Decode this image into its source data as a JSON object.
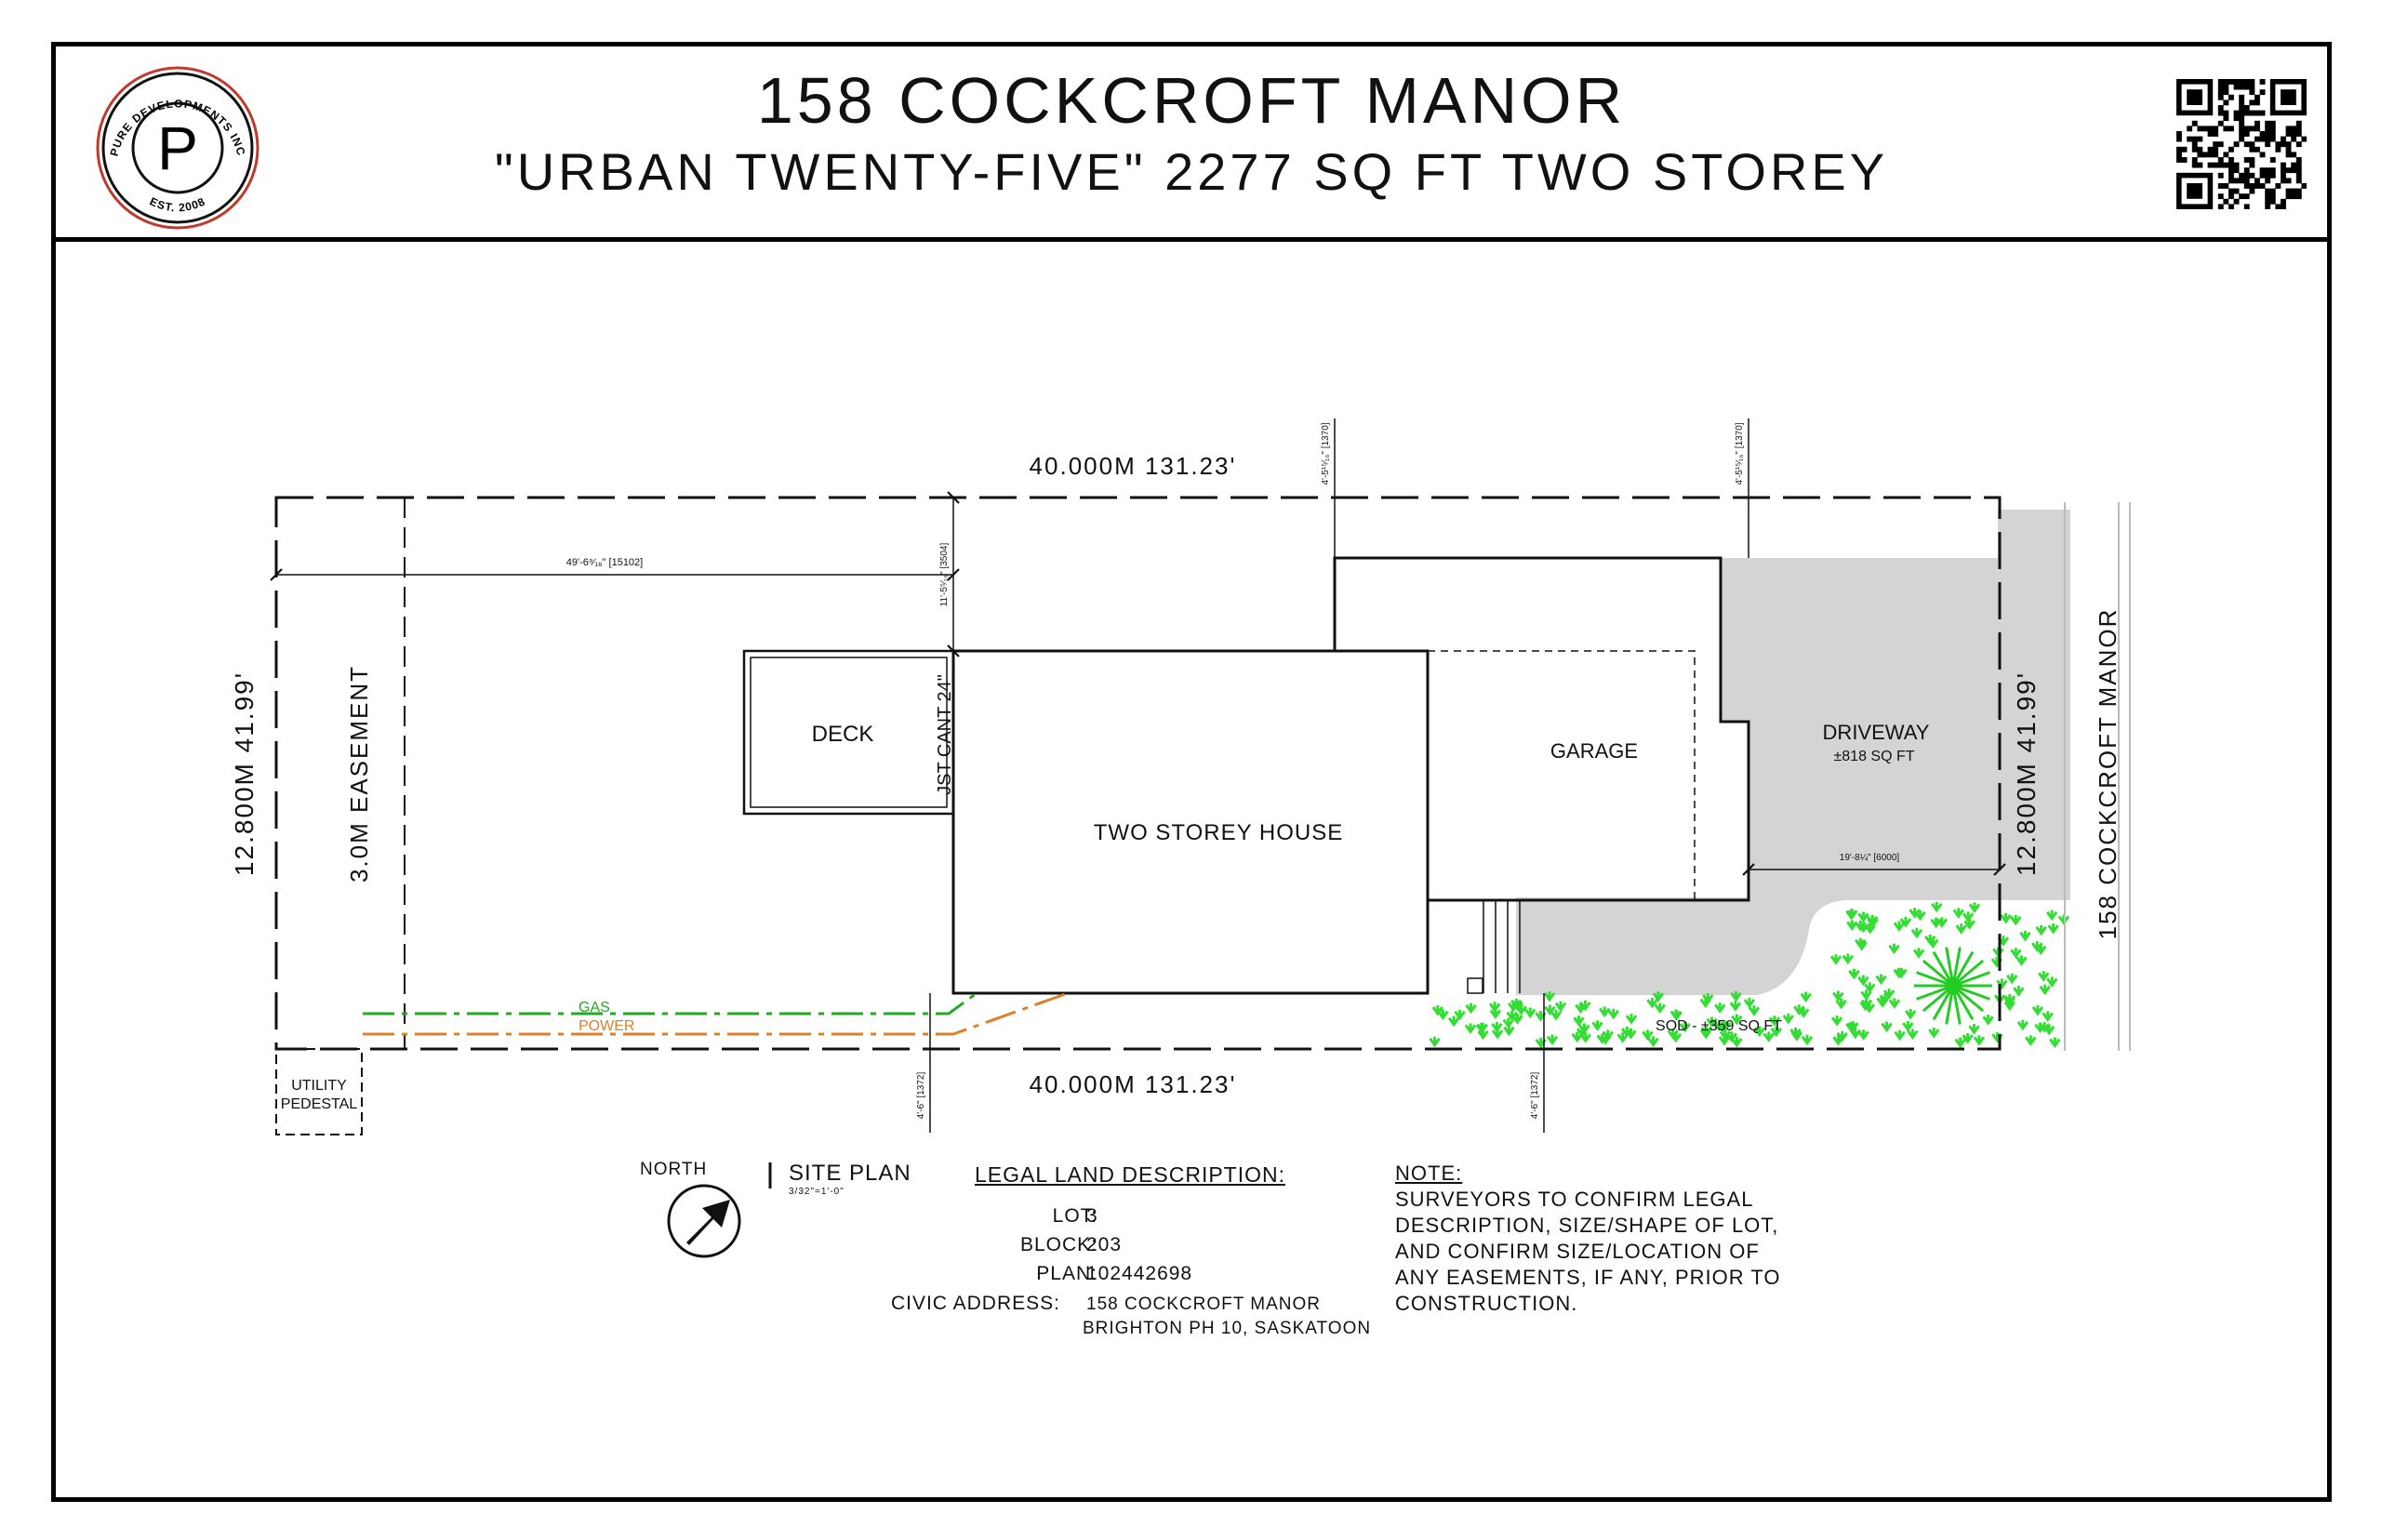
{
  "header": {
    "title": "158 COCKCROFT MANOR",
    "subtitle": "\"URBAN TWENTY-FIVE\"  2277 SQ FT TWO STOREY",
    "logo": {
      "letter": "P",
      "arc_top": "PURE DEVELOPMENTS INC",
      "arc_bottom": "EST. 2008",
      "accent_color": "#c0392b"
    },
    "qr_icon": "qr-code-icon"
  },
  "plan": {
    "top_dim": "40.000M 131.23'",
    "bottom_dim": "40.000M 131.23'",
    "left_dim": "12.800M 41.99'",
    "right_dim": "12.800M 41.99'",
    "easement": "3.0M EASEMENT",
    "street": "158 COCKCROFT MANOR",
    "deck": "DECK",
    "house": "TWO STOREY HOUSE",
    "garage": "GARAGE",
    "driveway": "DRIVEWAY",
    "driveway_area": "±818 SQ FT",
    "sod": "SOD - ±359 SQ FT",
    "jst_cant": "JST CANT 24\"",
    "gas": "GAS",
    "power": "POWER",
    "utility_line1": "UTILITY",
    "utility_line2": "PEDESTAL",
    "dim_rear_setback": "49'-6⁹⁄₁₆\" [15102]",
    "dim_deck_side": "11'-5⁵⁄₁₆\" [3504]",
    "dim_side_top_left": "4'-5¹⁵⁄₁₆\" [1370]",
    "dim_side_top_right": "4'-5¹⁵⁄₁₆\" [1370]",
    "dim_front": "19'-8¼\" [6000]",
    "dim_bottom_left": "4'-6\" [1372]",
    "dim_bottom_right": "4'-6\" [1372]",
    "colors": {
      "gas": "#22aa22",
      "power": "#d9822b",
      "sod": "#33dd33",
      "driveway": "#d4d4d4"
    }
  },
  "legend": {
    "north": "NORTH",
    "north_icon": "north-arrow-icon",
    "site_plan": "SITE PLAN",
    "scale": "3/32\"=1'-0\""
  },
  "legal": {
    "heading": "LEGAL LAND DESCRIPTION:",
    "lot_label": "LOT:",
    "lot": "3",
    "block_label": "BLOCK:",
    "block": "203",
    "plan_label": "PLAN:",
    "plan": "102442698",
    "civic_label": "CIVIC ADDRESS:",
    "civic_line1": "158 COCKCROFT MANOR",
    "civic_line2": "BRIGHTON PH 10, SASKATOON"
  },
  "note": {
    "heading": "NOTE:",
    "lines": [
      "SURVEYORS TO CONFIRM LEGAL",
      "DESCRIPTION, SIZE/SHAPE OF LOT,",
      "AND CONFIRM SIZE/LOCATION OF",
      "ANY EASEMENTS, IF ANY, PRIOR TO",
      "CONSTRUCTION."
    ]
  }
}
